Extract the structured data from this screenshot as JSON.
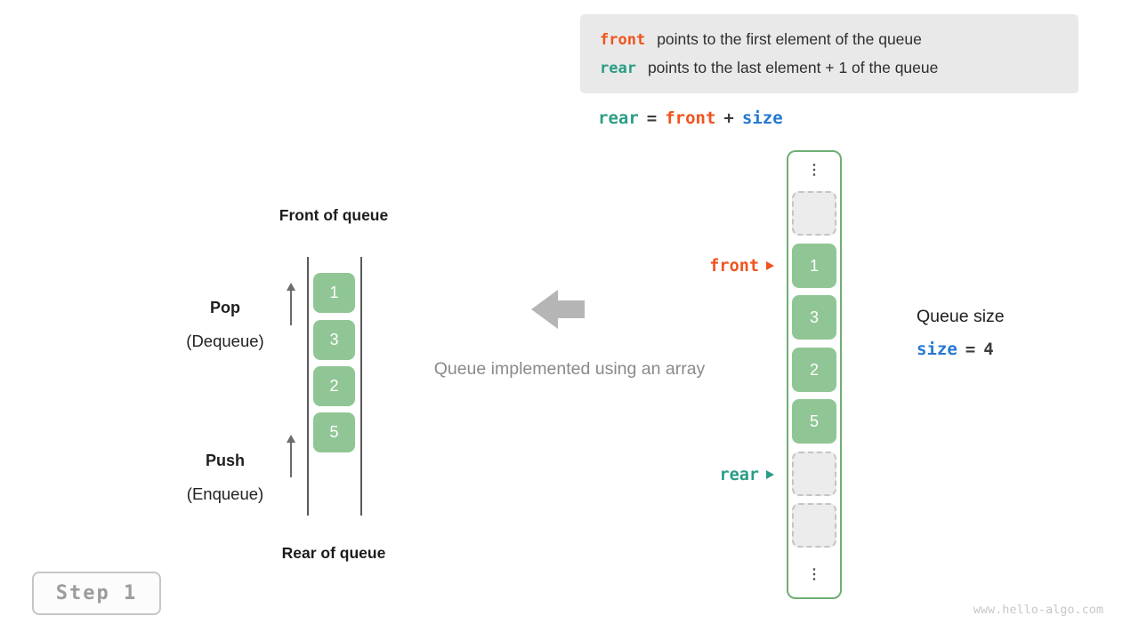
{
  "info_box": {
    "line1": {
      "keyword": "front",
      "text": "points to the first element of the queue"
    },
    "line2": {
      "keyword": "rear",
      "text": "points to the last element + 1 of the queue"
    }
  },
  "formula": {
    "lhs": "rear",
    "eq": "=",
    "op1": "front",
    "plus": "+",
    "op2": "size"
  },
  "left_diagram": {
    "front_label": "Front of queue",
    "rear_label": "Rear of queue",
    "pop_label": "Pop",
    "pop_sublabel": "(Dequeue)",
    "push_label": "Push",
    "push_sublabel": "(Enqueue)",
    "values": [
      "1",
      "3",
      "2",
      "5"
    ]
  },
  "caption": "Queue implemented using an array",
  "array_diagram": {
    "ellipsis_top": "⋮",
    "ellipsis_bottom": "⋮",
    "front_pointer": "front",
    "rear_pointer": "rear",
    "cells": [
      {
        "type": "empty",
        "value": ""
      },
      {
        "type": "filled",
        "value": "1"
      },
      {
        "type": "filled",
        "value": "3"
      },
      {
        "type": "filled",
        "value": "2"
      },
      {
        "type": "filled",
        "value": "5"
      },
      {
        "type": "empty",
        "value": ""
      },
      {
        "type": "empty",
        "value": ""
      }
    ]
  },
  "queue_size": {
    "label": "Queue size",
    "variable": "size",
    "eq": "=",
    "value": "4"
  },
  "step_badge": {
    "label": "Step 1"
  },
  "watermark": "www.hello-algo.com",
  "colors": {
    "front_accent": "#f1531d",
    "rear_accent": "#2a9d85",
    "size_accent": "#2579d0",
    "cell_green": "#90c695",
    "array_border": "#6fae73"
  }
}
